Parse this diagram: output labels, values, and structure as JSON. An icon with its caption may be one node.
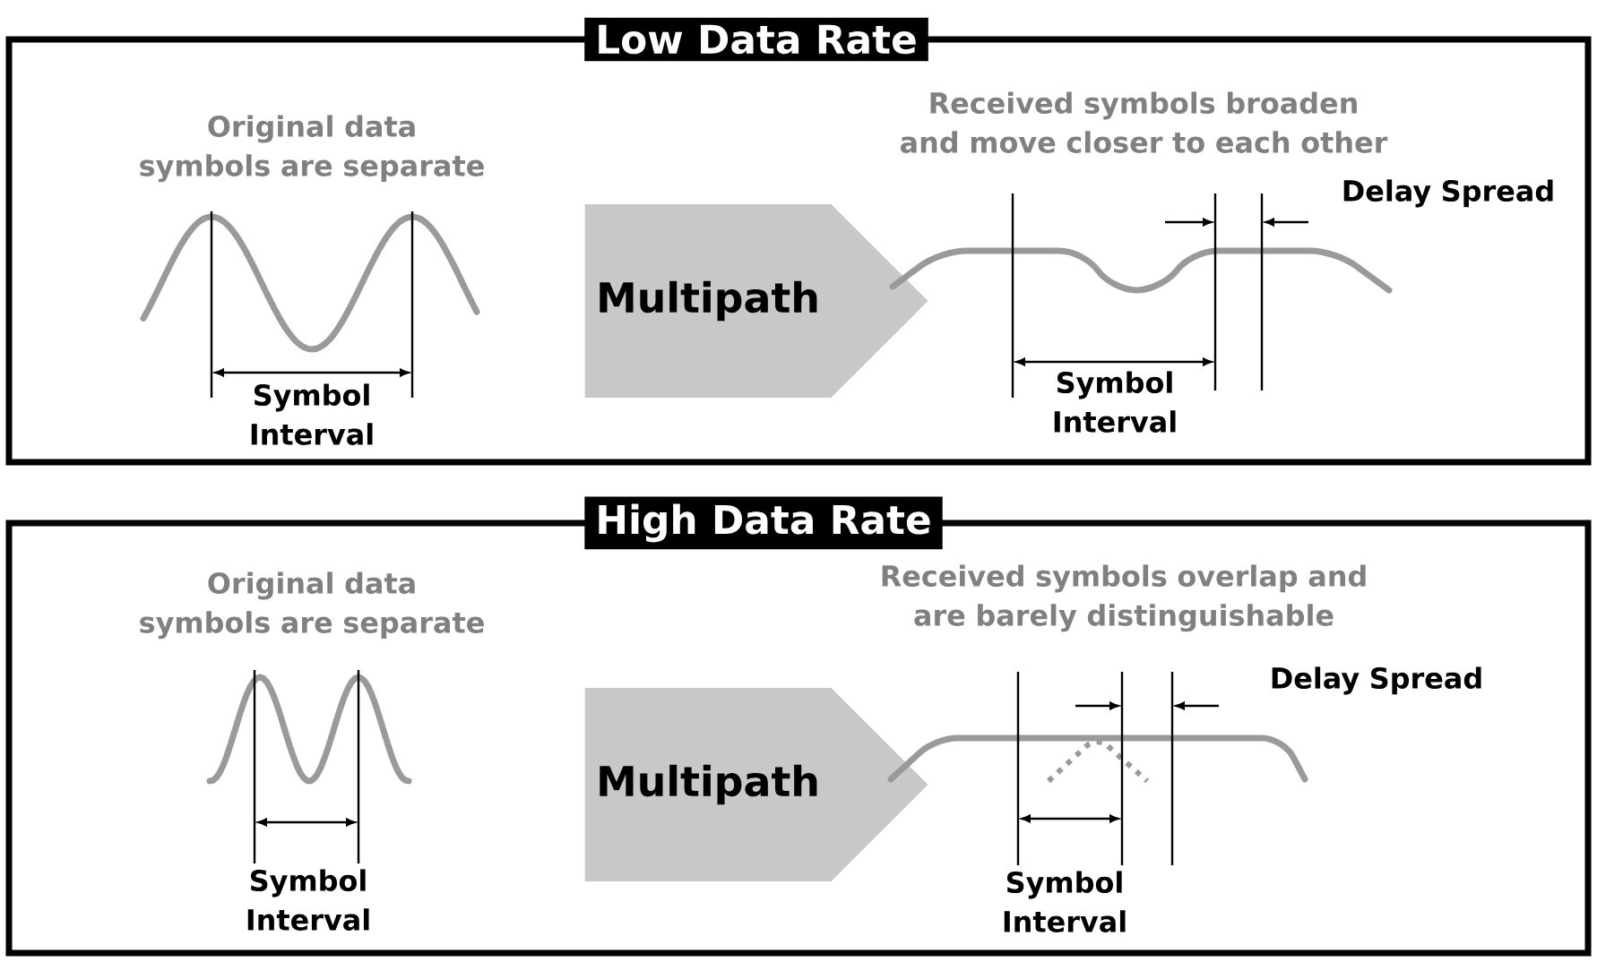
{
  "diagram": {
    "nodes": [
      {
        "text": [
          "Low Data Rate"
        ]
      },
      {
        "text": [
          "Multipath"
        ],
        "in": 0
      },
      {
        "text": [
          "High Data Rate"
        ]
      },
      {
        "text": [
          "Multipath"
        ],
        "in": 2
      }
    ],
    "labels": [
      "Original data symbols are separate",
      "Received symbols broaden and move closer to each other",
      "Delay Spread",
      "Symbol Interval",
      "Symbol Interval",
      "Original data symbols are separate",
      "Received symbols overlap and are barely distinguishable",
      "Delay Spread",
      "Symbol Interval",
      "Symbol Interval"
    ]
  }
}
